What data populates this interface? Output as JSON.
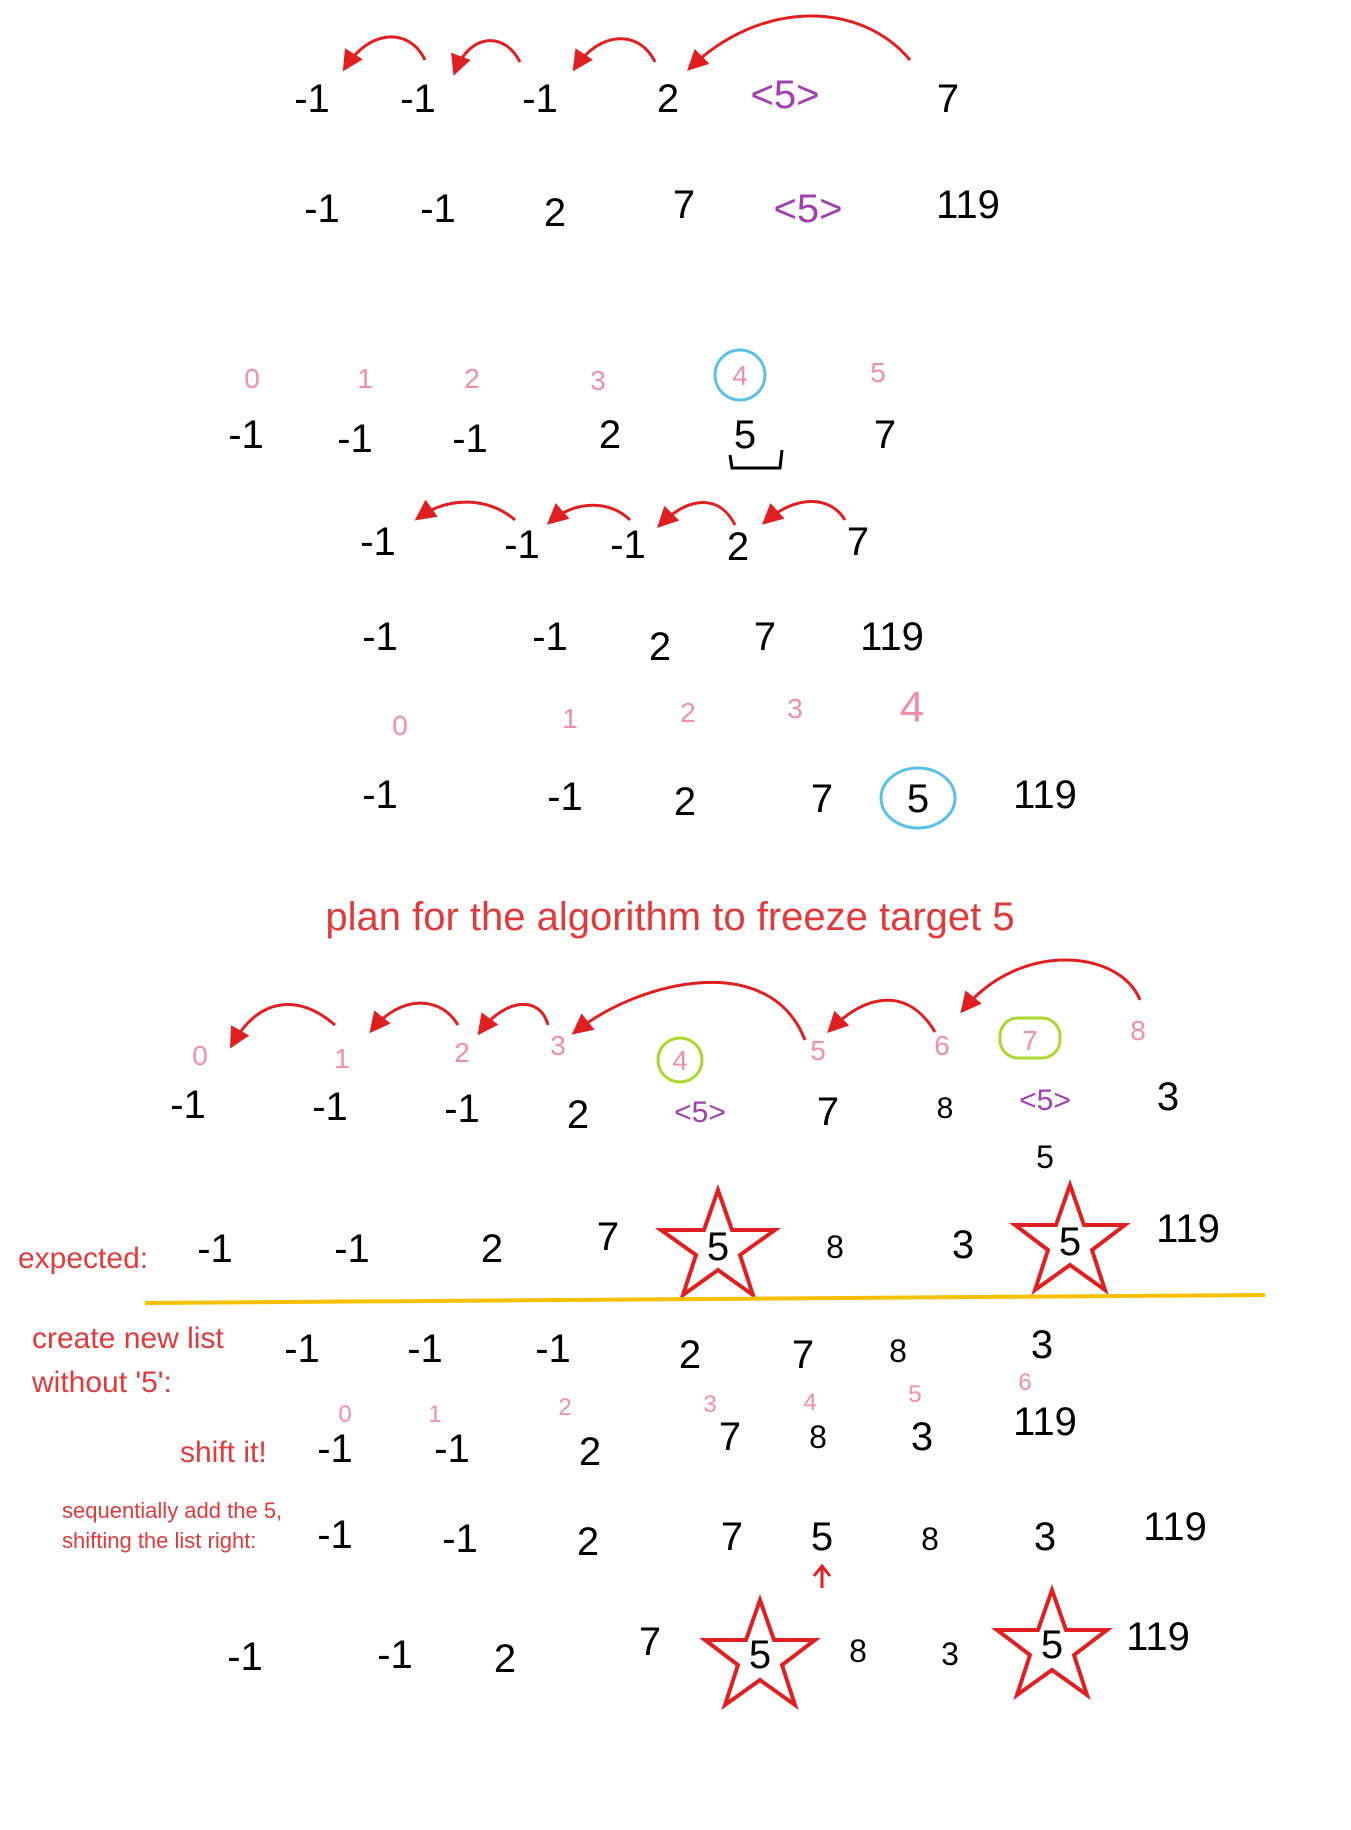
{
  "colors": {
    "ink": "#000000",
    "arrow": "#e02020",
    "index": "#f08fa6",
    "purple": "#a040b0",
    "cyan_circle": "#5bc0e8",
    "green_circle": "#a8d830",
    "divider": "#f5c000",
    "note": "#e03a3a"
  },
  "texts": {
    "heading": "plan for the algorithm to freeze target 5",
    "expected": "expected:",
    "create_new_list": "create new list\nwithout '5':",
    "shift_it": "shift it!",
    "sequential": "sequentially add the 5,\nshifting the list right:"
  },
  "section1": {
    "row1": [
      "-1",
      "-1",
      "-1",
      "2",
      "<5>",
      "7"
    ],
    "row2": [
      "-1",
      "-1",
      "2",
      "7",
      "<5>",
      "119"
    ]
  },
  "section2": {
    "idx1": [
      "0",
      "1",
      "2",
      "3",
      "4",
      "5"
    ],
    "row1": [
      "-1",
      "-1",
      "-1",
      "2",
      "5",
      "7"
    ],
    "row2": [
      "-1",
      "-1",
      "-1",
      "2",
      "7"
    ],
    "row3": [
      "-1",
      "-1",
      "2",
      "7",
      "119"
    ],
    "idx2": [
      "0",
      "1",
      "2",
      "3",
      "4"
    ],
    "row4": [
      "-1",
      "-1",
      "2",
      "7",
      "5",
      "119"
    ]
  },
  "section3": {
    "idx": [
      "0",
      "1",
      "2",
      "3",
      "4",
      "5",
      "6",
      "7",
      "8"
    ],
    "row1": [
      "-1",
      "-1",
      "-1",
      "2",
      "<5>",
      "7",
      "8",
      "<5>",
      "3"
    ],
    "extra5": "5",
    "expected_row": [
      "-1",
      "-1",
      "2",
      "7",
      "5",
      "8",
      "3",
      "5",
      "119"
    ],
    "new_list": [
      "-1",
      "-1",
      "-1",
      "2",
      "7",
      "8",
      "3"
    ],
    "shift_idx": [
      "0",
      "1",
      "2",
      "3",
      "4",
      "5",
      "6"
    ],
    "shift_row": [
      "-1",
      "-1",
      "2",
      "7",
      "8",
      "3",
      "119"
    ],
    "seq_row": [
      "-1",
      "-1",
      "2",
      "7",
      "5",
      "8",
      "3",
      "119"
    ],
    "final_row": [
      "-1",
      "-1",
      "2",
      "7",
      "5",
      "8",
      "3",
      "5",
      "119"
    ]
  }
}
